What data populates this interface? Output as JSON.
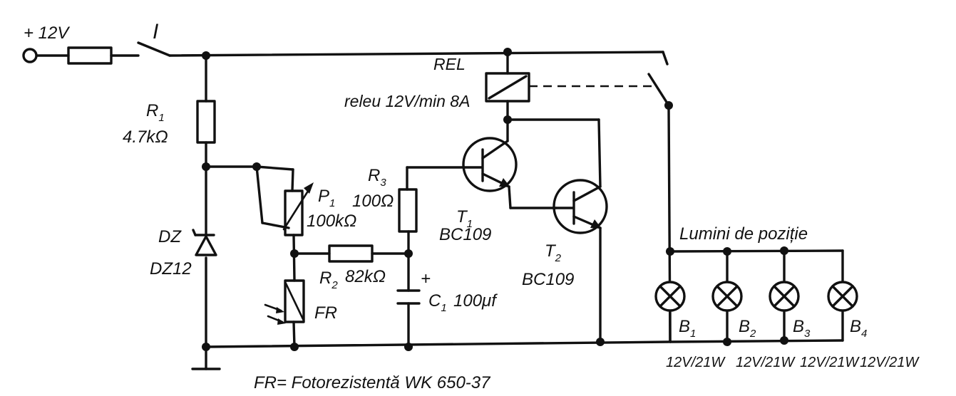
{
  "supply": {
    "label": "+ 12V"
  },
  "switch": {
    "label": "I"
  },
  "relay": {
    "name": "REL",
    "desc": "releu 12V/min 8A"
  },
  "components": {
    "r1": {
      "name": "R",
      "sub": "1",
      "value": "4.7kΩ"
    },
    "dz": {
      "name": "DZ",
      "value": "DZ12"
    },
    "p1": {
      "name": "P",
      "sub": "1",
      "value": "100kΩ"
    },
    "r2": {
      "name": "R",
      "sub": "2",
      "value": "82kΩ"
    },
    "r3": {
      "name": "R",
      "sub": "3",
      "value": "100Ω"
    },
    "fr": {
      "name": "FR"
    },
    "c1": {
      "name": "C",
      "sub": "1",
      "value": "100μf",
      "polarity": "+"
    },
    "t1": {
      "name": "T",
      "sub": "1",
      "value": "BC109"
    },
    "t2": {
      "name": "T",
      "sub": "2",
      "value": "BC109"
    }
  },
  "lights": {
    "title": "Lumini de poziție",
    "bulbs": [
      {
        "name": "B",
        "sub": "1",
        "rating": "12V/21W"
      },
      {
        "name": "B",
        "sub": "2",
        "rating": "12V/21W"
      },
      {
        "name": "B",
        "sub": "3",
        "rating": "12V/21W"
      },
      {
        "name": "B",
        "sub": "4",
        "rating": "12V/21W"
      }
    ]
  },
  "footnote": "FR= Fotorezistentă WK 650-37"
}
